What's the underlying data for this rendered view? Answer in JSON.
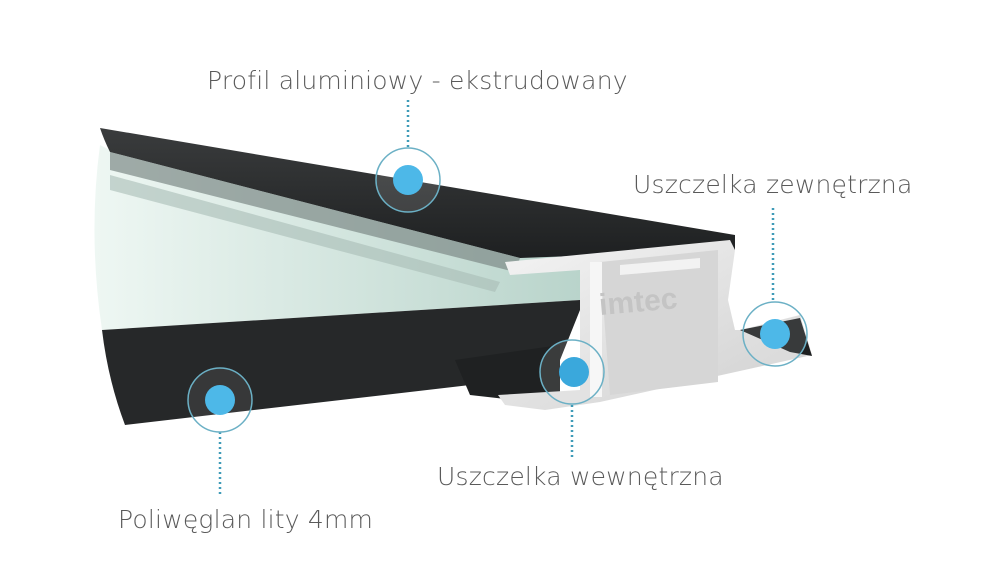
{
  "labels": {
    "aluminium_profile": "Profil aluminiowy - ekstrudowany",
    "outer_gasket": "Uszczelka zewnętrzna",
    "inner_gasket": "Uszczelka wewnętrzna",
    "polycarbonate": "Poliwęglan lity 4mm"
  },
  "watermark": "imtec",
  "colors": {
    "marker": "#4db8e8",
    "marker_ring": "#5fa9bf",
    "profile_dark": "#2b2d2e",
    "glass": "#d9ede6",
    "aluminium": "#e8e8e8",
    "text": "#5a5a5a"
  }
}
